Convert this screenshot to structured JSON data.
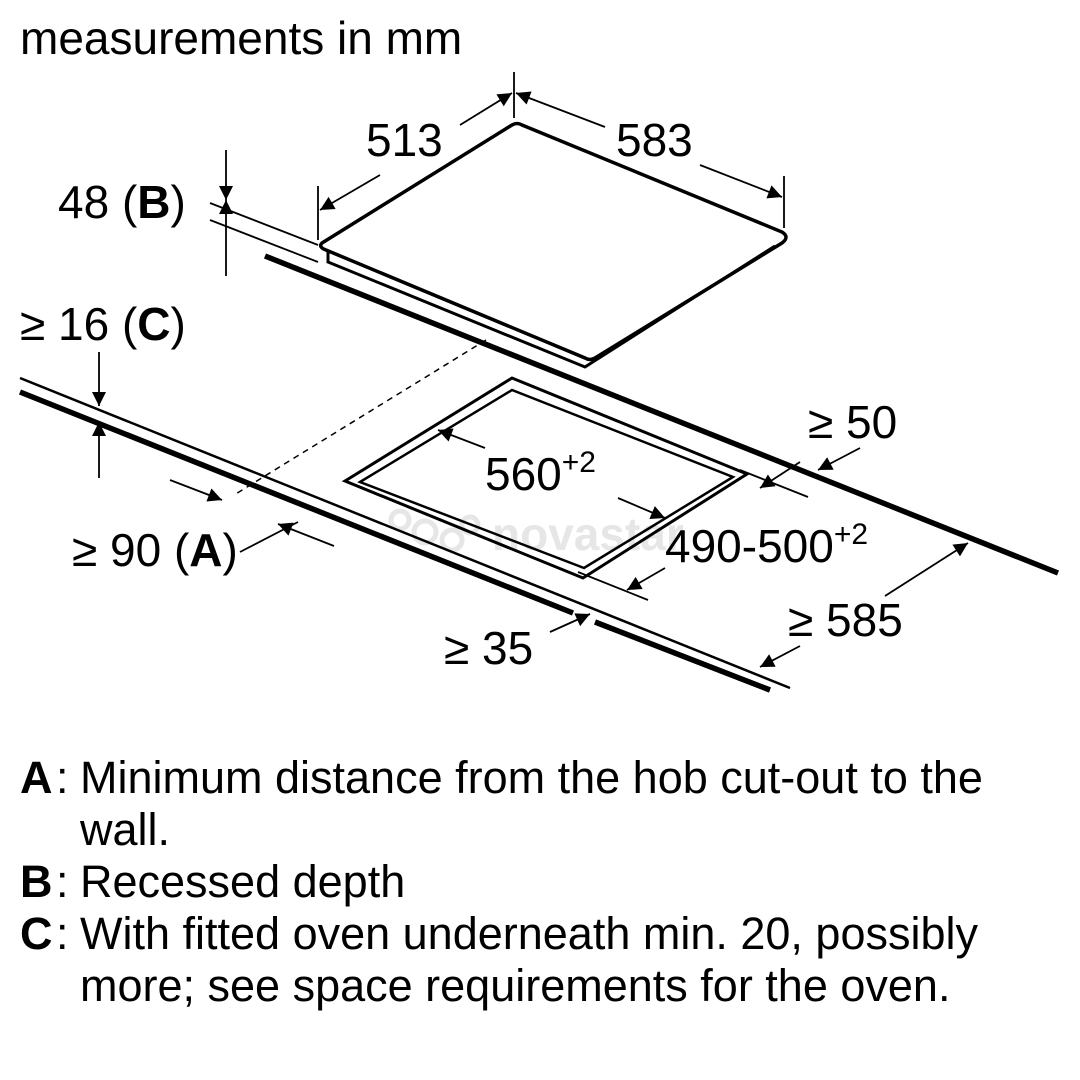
{
  "caption": "measurements in mm",
  "watermark": "novastar",
  "dimensions": {
    "hob_depth": "513",
    "hob_width": "583",
    "recess_depth_value": "48 (",
    "recess_depth_letter": "B",
    "recess_depth_close": ")",
    "worktop_gap_value": "≥ 16 (",
    "worktop_gap_letter": "C",
    "worktop_gap_close": ")",
    "cutout_width": "560",
    "cutout_width_tol": "+2",
    "cutout_depth": "490-500",
    "cutout_depth_tol": "+2",
    "side_clearance": "≥ 50",
    "wall_distance_value": "≥ 90 (",
    "wall_distance_letter": "A",
    "wall_distance_close": ")",
    "front_edge": "≥ 35",
    "worktop_depth": "≥ 585"
  },
  "legend": [
    {
      "key": "A",
      "text": "Minimum distance from the hob cut-out to the wall."
    },
    {
      "key": "B",
      "text": "Recessed depth"
    },
    {
      "key": "C",
      "text": "With fitted oven underneath min. 20, possibly more; see space requirements for the oven."
    }
  ]
}
